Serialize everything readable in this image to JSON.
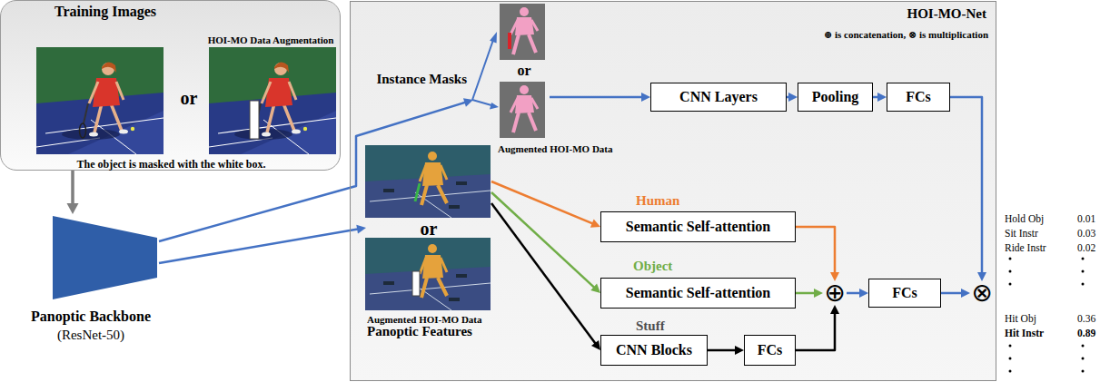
{
  "diagram": {
    "nodes": [
      {
        "text": [
          "Training Images",
          "HOI-MO Data Augmentation",
          "or",
          "The object is masked with the white box."
        ]
      },
      {
        "text": [
          "Panoptic Backbone",
          "(ResNet-50)"
        ]
      },
      {
        "text": [
          "HOI-MO-Net",
          "⊕ is concatenation, ⊗ is multiplication"
        ]
      },
      {
        "text": [
          "or"
        ],
        "in": 2
      },
      {
        "text": [
          "or"
        ],
        "in": 2
      },
      {
        "text": [
          "CNN Layers"
        ],
        "in": 2
      },
      {
        "text": [
          "Pooling"
        ],
        "in": 2
      },
      {
        "text": [
          "FCs"
        ],
        "in": 2
      },
      {
        "text": [
          "Semantic Self-attention"
        ],
        "in": 2
      },
      {
        "text": [
          "Semantic Self-attention"
        ],
        "in": 2
      },
      {
        "text": [
          "CNN Blocks"
        ],
        "in": 2
      },
      {
        "text": [
          "FCs"
        ],
        "in": 2
      },
      {
        "text": [
          "⊕"
        ],
        "in": 2
      },
      {
        "text": [
          "FCs"
        ],
        "in": 2
      },
      {
        "text": [
          "⊗"
        ],
        "in": 2
      }
    ],
    "edges": [
      {
        "from": 0,
        "to": 1,
        "arrow": "to"
      },
      {
        "from": 1,
        "to": 3,
        "arrow": "to"
      },
      {
        "from": 1,
        "to": 4,
        "arrow": "to"
      },
      {
        "from": 3,
        "to": 5,
        "arrow": "to"
      },
      {
        "from": 5,
        "to": 6,
        "arrow": "to"
      },
      {
        "from": 6,
        "to": 7,
        "arrow": "to"
      },
      {
        "from": 7,
        "to": 14,
        "arrow": "to"
      },
      {
        "from": 4,
        "to": 8,
        "label": "Human",
        "arrow": "to"
      },
      {
        "from": 4,
        "to": 9,
        "label": "Object",
        "arrow": "to"
      },
      {
        "from": 4,
        "to": 10,
        "label": "Stuff",
        "arrow": "to"
      },
      {
        "from": 8,
        "to": 12,
        "arrow": "to"
      },
      {
        "from": 9,
        "to": 12,
        "arrow": "to"
      },
      {
        "from": 10,
        "to": 11,
        "arrow": "to"
      },
      {
        "from": 11,
        "to": 12,
        "arrow": "to"
      },
      {
        "from": 12,
        "to": 13,
        "arrow": "to"
      },
      {
        "from": 13,
        "to": 14,
        "arrow": "to"
      }
    ],
    "labels": [
      "Instance Masks",
      "Augmented HOI-MO Data",
      "Augmented HOI-MO Data",
      "Panoptic Features",
      "Hold Obj",
      "0.01",
      "Sit Instr",
      "0.03",
      "Ride Instr",
      "0.02",
      "Hit Obj",
      "0.36",
      "Hit Instr",
      "0.89"
    ]
  }
}
